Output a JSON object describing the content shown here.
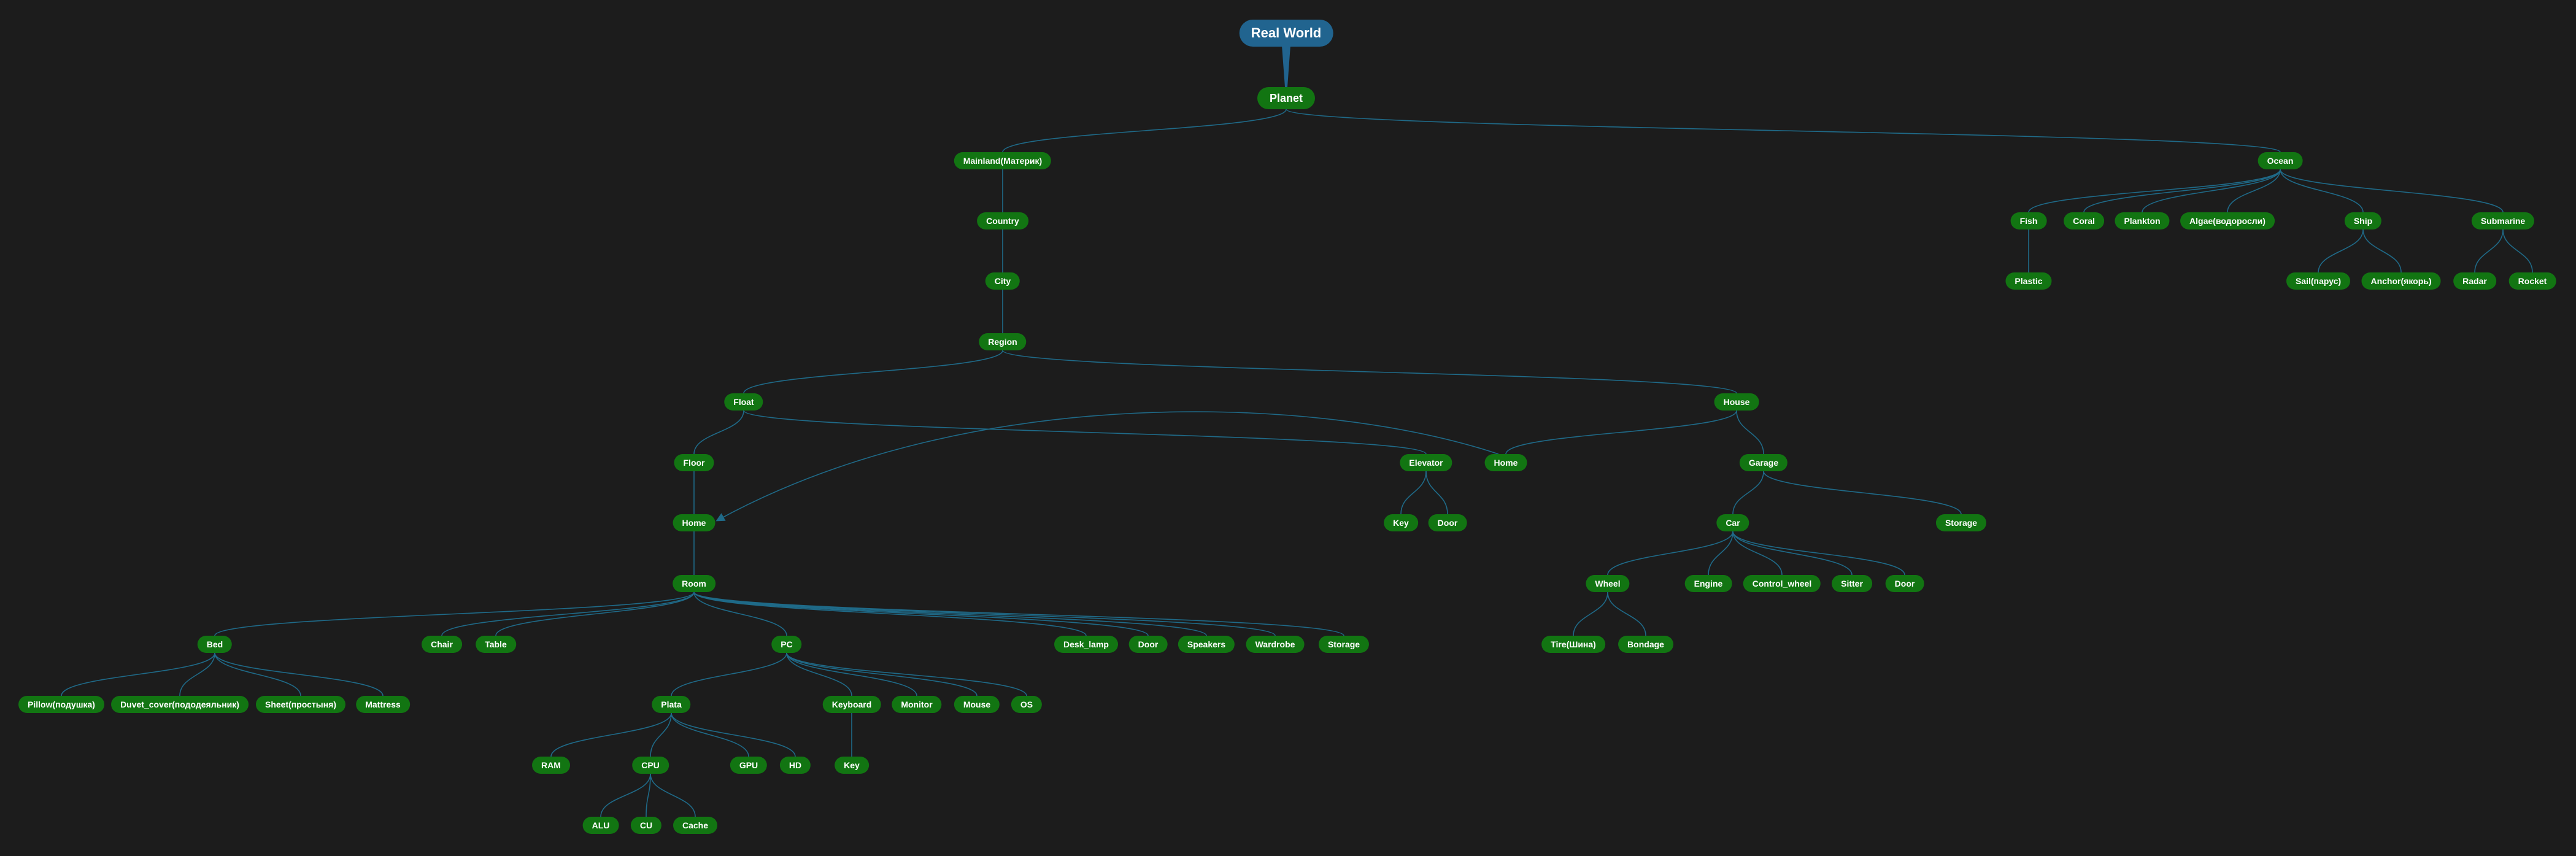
{
  "colors": {
    "background": "#1c1c1c",
    "node": "#127512",
    "root": "#21648f",
    "edge": "#1f6a88",
    "text": "#ffffff"
  },
  "nodes": {
    "real_world": "Real World",
    "planet": "Planet",
    "mainland": "Mainland(Материк)",
    "ocean": "Ocean",
    "country": "Country",
    "city": "City",
    "region": "Region",
    "float": "Float",
    "house": "House",
    "floor": "Floor",
    "elevator": "Elevator",
    "house_home": "Home",
    "garage": "Garage",
    "home": "Home",
    "elevator_key": "Key",
    "elevator_door": "Door",
    "car": "Car",
    "storage_garage": "Storage",
    "room": "Room",
    "wheel": "Wheel",
    "engine": "Engine",
    "control_wheel": "Control_wheel",
    "sitter": "Sitter",
    "car_door": "Door",
    "bed": "Bed",
    "chair": "Chair",
    "table": "Table",
    "pc": "PC",
    "desk_lamp": "Desk_lamp",
    "room_door": "Door",
    "speakers": "Speakers",
    "wardrobe": "Wardrobe",
    "room_storage": "Storage",
    "tire": "Tire(Шина)",
    "bondage": "Bondage",
    "pillow": "Pillow(подушка)",
    "duvet_cover": "Duvet_cover(пододеяльник)",
    "sheet": "Sheet(простыня)",
    "mattress": "Mattress",
    "plata": "Plata",
    "keyboard": "Keyboard",
    "monitor": "Monitor",
    "mouse": "Mouse",
    "os": "OS",
    "ram": "RAM",
    "cpu": "CPU",
    "gpu": "GPU",
    "hd": "HD",
    "keyboard_key": "Key",
    "alu": "ALU",
    "cu": "CU",
    "cache": "Cache",
    "fish": "Fish",
    "coral": "Coral",
    "plankton": "Plankton",
    "algae": "Algae(водоросли)",
    "ship": "Ship",
    "submarine": "Submarine",
    "plastic": "Plastic",
    "sail": "Sail(парус)",
    "anchor": "Anchor(якорь)",
    "radar": "Radar",
    "rocket": "Rocket"
  }
}
